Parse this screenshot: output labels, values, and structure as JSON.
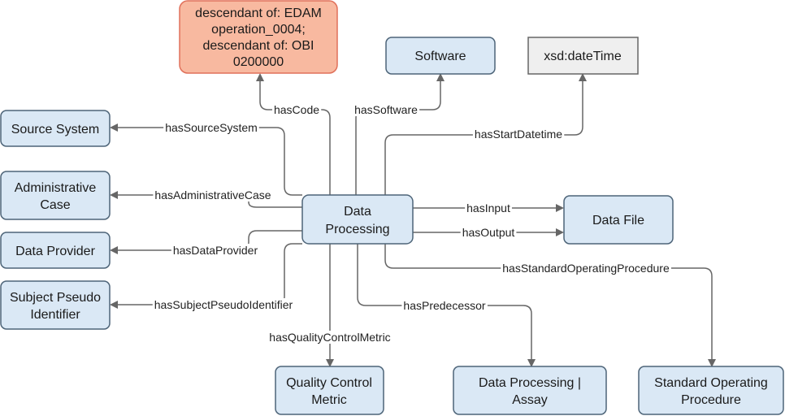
{
  "colors": {
    "node_fill": "#dae8f5",
    "node_stroke": "#4d6478",
    "highlight_fill": "#f8b9a0",
    "highlight_stroke": "#e0705a",
    "literal_fill": "#efefef",
    "literal_stroke": "#666666",
    "edge": "#666666"
  },
  "nodes": {
    "data_processing": [
      "Data",
      "Processing"
    ],
    "code": [
      "descendant of: EDAM",
      "operation_0004;",
      "descendant of: OBI",
      "0200000"
    ],
    "software": [
      "Software"
    ],
    "datetime": [
      "xsd:dateTime"
    ],
    "source_system": [
      "Source System"
    ],
    "administrative_case": [
      "Administrative",
      "Case"
    ],
    "data_provider": [
      "Data Provider"
    ],
    "subject_pseudo_identifier": [
      "Subject Pseudo",
      "Identifier"
    ],
    "data_file": [
      "Data File"
    ],
    "quality_control_metric": [
      "Quality Control",
      "Metric"
    ],
    "predecessor": [
      "Data Processing |",
      "Assay"
    ],
    "sop": [
      "Standard Operating",
      "Procedure"
    ]
  },
  "edges": {
    "has_code": "hasCode",
    "has_software": "hasSoftware",
    "has_start_datetime": "hasStartDatetime",
    "has_source_system": "hasSourceSystem",
    "has_administrative_case": "hasAdministrativeCase",
    "has_data_provider": "hasDataProvider",
    "has_subject_pseudo_identifier": "hasSubjectPseudoIdentifier",
    "has_input": "hasInput",
    "has_output": "hasOutput",
    "has_standard_operating_procedure": "hasStandardOperatingProcedure",
    "has_predecessor": "hasPredecessor",
    "has_quality_control_metric": "hasQualityControlMetric"
  }
}
